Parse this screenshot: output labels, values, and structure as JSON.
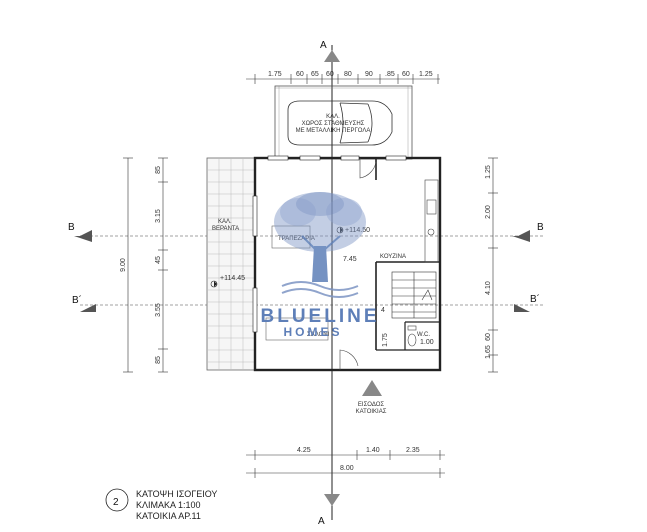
{
  "drawing": {
    "section_a": "A",
    "section_b": "B",
    "section_b2": "B´",
    "top_dims": [
      "1.75",
      "60",
      "65",
      "60",
      "80",
      "90",
      ".85",
      "60",
      "1.25"
    ],
    "left_dims": [
      "85",
      "3.15",
      "45",
      "3.55",
      "85"
    ],
    "left_total": "9.00",
    "right_dims": [
      "1.25",
      "2.00",
      "4.10",
      "1.65",
      "60"
    ],
    "bottom_dims": [
      "4.25",
      "1.40",
      "2.35"
    ],
    "bottom_total": "8.00",
    "parking_line1": "ΚΑΛ.",
    "parking_line2": "ΧΩΡΟΣ ΣΤΑΘΜΕΥΣΗΣ",
    "parking_line3": "ΜΕ ΜΕΤΑΛΛΙΚΗ ΠΕΡΓΟΛΑ",
    "veranda_line1": "ΚΑΛ.",
    "veranda_line2": "ΒΕΡΑΝΤΑ",
    "level_veranda": "+114.45",
    "level_living": "+114.50",
    "kitchen": "ΚΟΥΖΙΝΑ",
    "wc": "W.C.",
    "living": "ΣΑΛΟΝΙ",
    "dining": "ΤΡΑΠΕΖΑΡΙΑ",
    "kitchen_dim": "7.45",
    "stair_dim": "1.75",
    "wc_dim": "1.00",
    "stair_num": "4",
    "entrance_line1": "ΕΙΣΟΔΟΣ",
    "entrance_line2": "ΚΑΤΟΙΚΙΑΣ",
    "title_number": "2",
    "title_line1": "ΚΑΤΟΨΗ ΙΣΟΓΕΙΟΥ",
    "title_line2": "ΚΛΙΜΑΚΑ 1:100",
    "title_line3": "ΚΑΤΟΙΚΙΑ ΑΡ.11"
  },
  "watermark": {
    "line1": "BLUELINE",
    "line2": "HOMES",
    "color": "#5e7fb8"
  }
}
